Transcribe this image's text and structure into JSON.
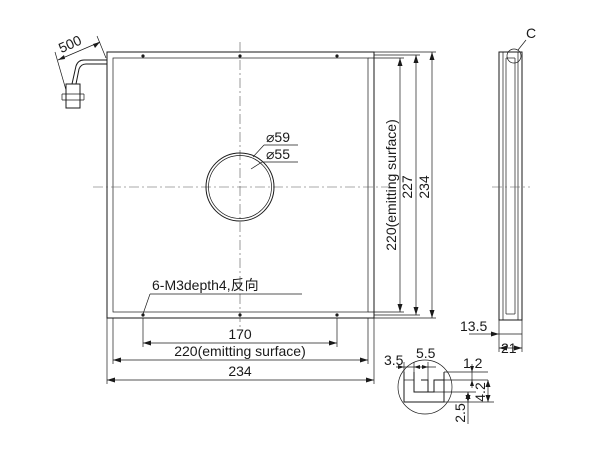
{
  "colors": {
    "line": "#1a1a1a",
    "background": "#ffffff",
    "centerline": "#555555"
  },
  "front_view": {
    "cable_length": "500",
    "hole_outer_dia": "⌀59",
    "hole_inner_dia": "⌀55",
    "mount_holes_note": "6-M3depth4,反向",
    "width_hole_spacing": "170",
    "width_emitting": "220(emitting surface)",
    "width_overall": "234",
    "height_emitting": "220(emitting surface)",
    "height_frame": "227",
    "height_overall": "234"
  },
  "side_view": {
    "corner_label": "C",
    "bottom_offset": "13.5",
    "thickness": "21"
  },
  "detail_view": {
    "dim_a": "3.5",
    "dim_b": "5.5",
    "dim_c": "1.2",
    "dim_d": "4.2",
    "dim_e": "2.5"
  }
}
